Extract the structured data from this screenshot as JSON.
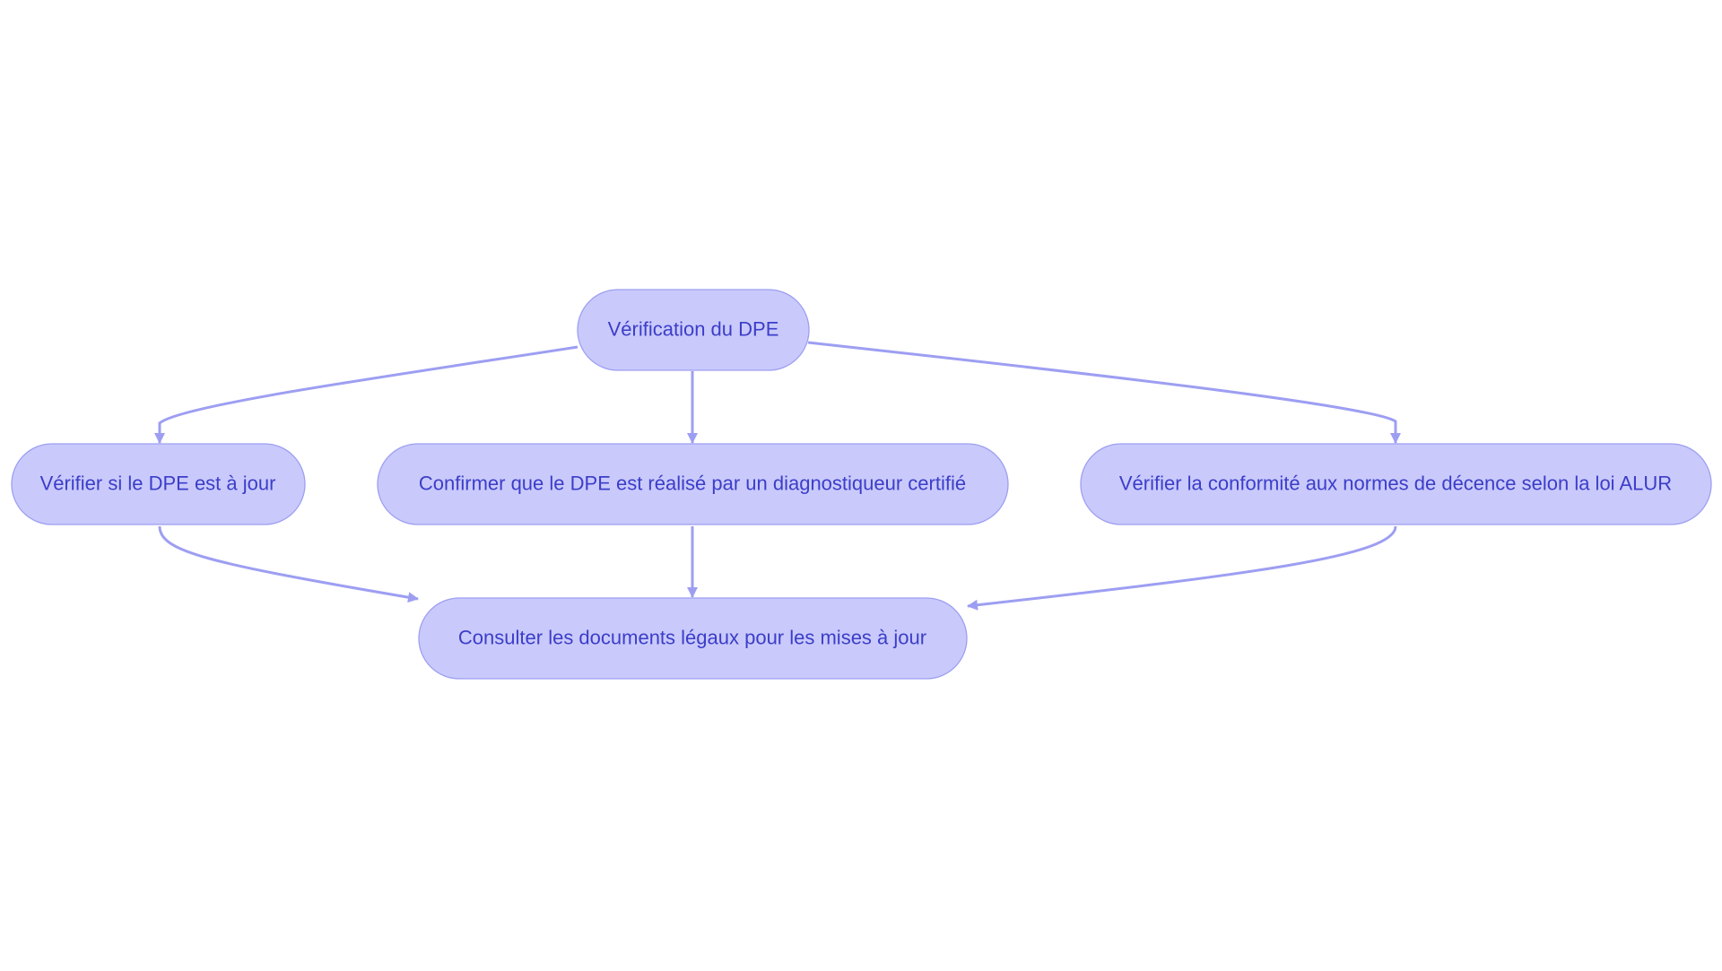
{
  "diagram": {
    "colors": {
      "node_fill": "#c9cafb",
      "node_stroke": "#9d9ef2",
      "edge": "#9d9ef2",
      "text": "#3c3dc9"
    },
    "nodes": [
      {
        "id": "root",
        "label": "Vérification du DPE"
      },
      {
        "id": "check-up-to-date",
        "label": "Vérifier si le DPE est à jour"
      },
      {
        "id": "confirm-certified",
        "label": "Confirmer que le DPE est réalisé par un diagnostiqueur certifié"
      },
      {
        "id": "check-alur",
        "label": "Vérifier la conformité aux normes de décence selon la loi ALUR"
      },
      {
        "id": "consult-docs",
        "label": "Consulter les documents légaux pour les mises à jour"
      }
    ],
    "edges": [
      {
        "from": "root",
        "to": "check-up-to-date"
      },
      {
        "from": "root",
        "to": "confirm-certified"
      },
      {
        "from": "root",
        "to": "check-alur"
      },
      {
        "from": "check-up-to-date",
        "to": "consult-docs"
      },
      {
        "from": "confirm-certified",
        "to": "consult-docs"
      },
      {
        "from": "check-alur",
        "to": "consult-docs"
      }
    ]
  }
}
